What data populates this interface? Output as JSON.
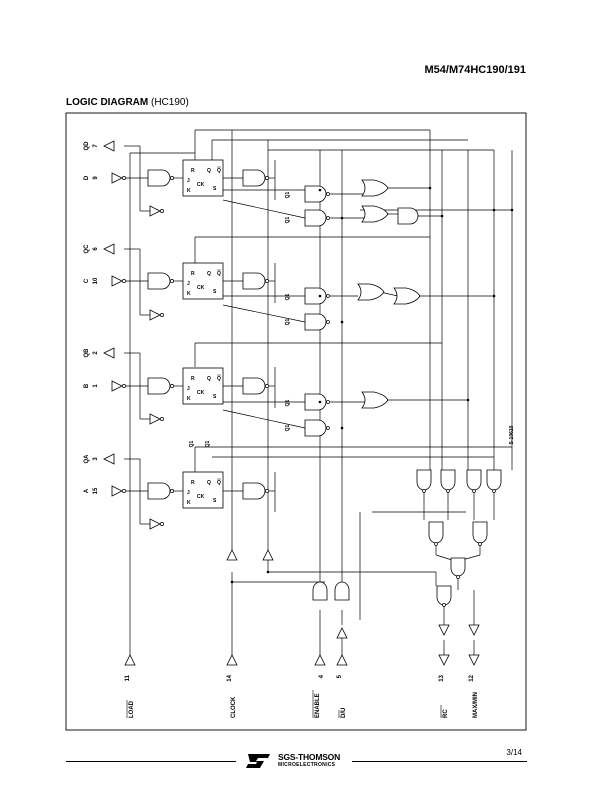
{
  "header": {
    "title": "M54/M74HC190/191"
  },
  "section": {
    "title_bold": "LOGIC DIAGRAM",
    "title_normal": " (HC190)"
  },
  "diagram": {
    "pins_left": {
      "qd": [
        "QD",
        "7"
      ],
      "d": [
        "D",
        "9"
      ],
      "qc": [
        "QC",
        "6"
      ],
      "c": [
        "C",
        "10"
      ],
      "qb": [
        "QB",
        "2"
      ],
      "b": [
        "B",
        "1"
      ],
      "qa": [
        "QA",
        "3"
      ],
      "a": [
        "A",
        "15"
      ]
    },
    "pins_bottom": {
      "load": [
        "LOAD",
        "11"
      ],
      "clock": [
        "CLOCK",
        "14"
      ],
      "enable": [
        "ENABLE",
        "4"
      ],
      "du": [
        "D/U",
        "5"
      ],
      "rc": [
        "RC",
        "13"
      ],
      "maxmin": [
        "MAX/MIN",
        "12"
      ]
    },
    "ff": {
      "j": "J",
      "k": "K",
      "r": "R",
      "s": "S",
      "ck": "CK",
      "q": "Q",
      "qbar": "Q"
    },
    "signals": {
      "q1": "Q1",
      "q1bar": "Q1"
    },
    "figure_id": "S-10610"
  },
  "footer": {
    "brand": "SGS-THOMSON",
    "brand_sub": "MICROELECTRONICS",
    "page": "3/14"
  }
}
